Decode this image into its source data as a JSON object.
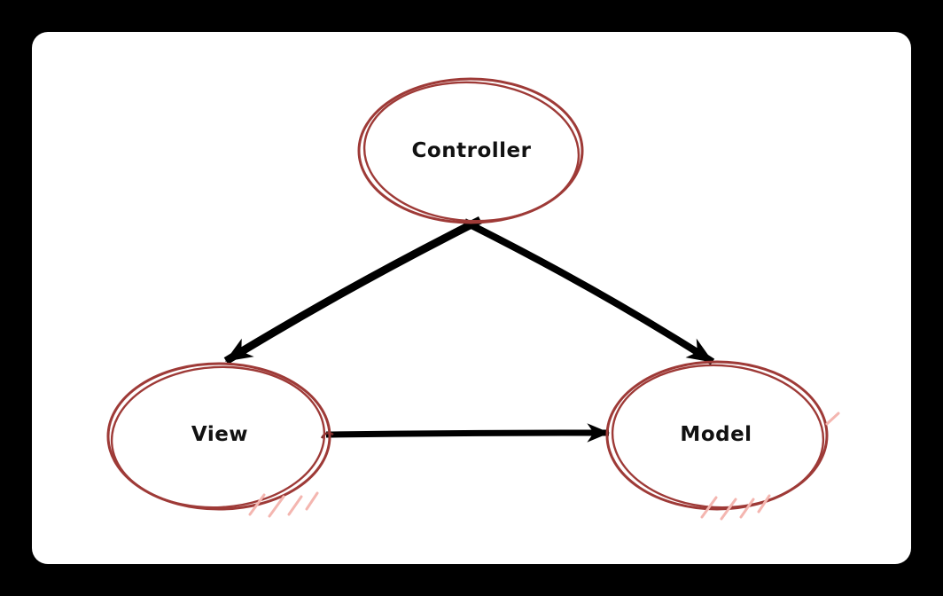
{
  "diagram": {
    "kind": "mvc-architecture",
    "nodes": [
      {
        "id": "controller",
        "label": "Controller",
        "shape": "ellipse"
      },
      {
        "id": "view",
        "label": "View",
        "shape": "ellipse"
      },
      {
        "id": "model",
        "label": "Model",
        "shape": "ellipse"
      }
    ],
    "edges": [
      {
        "from": "controller",
        "to": "view",
        "style": "arrow"
      },
      {
        "from": "controller",
        "to": "model",
        "style": "arrow"
      },
      {
        "from": "view",
        "to": "model",
        "style": "arrow"
      }
    ],
    "colors": {
      "page_background": "#000000",
      "canvas_background": "#ffffff",
      "node_stroke": "#9e3a37",
      "node_hatch_fill": "#f4b6b0",
      "edge_color": "#000000",
      "label_color": "#111111"
    }
  }
}
